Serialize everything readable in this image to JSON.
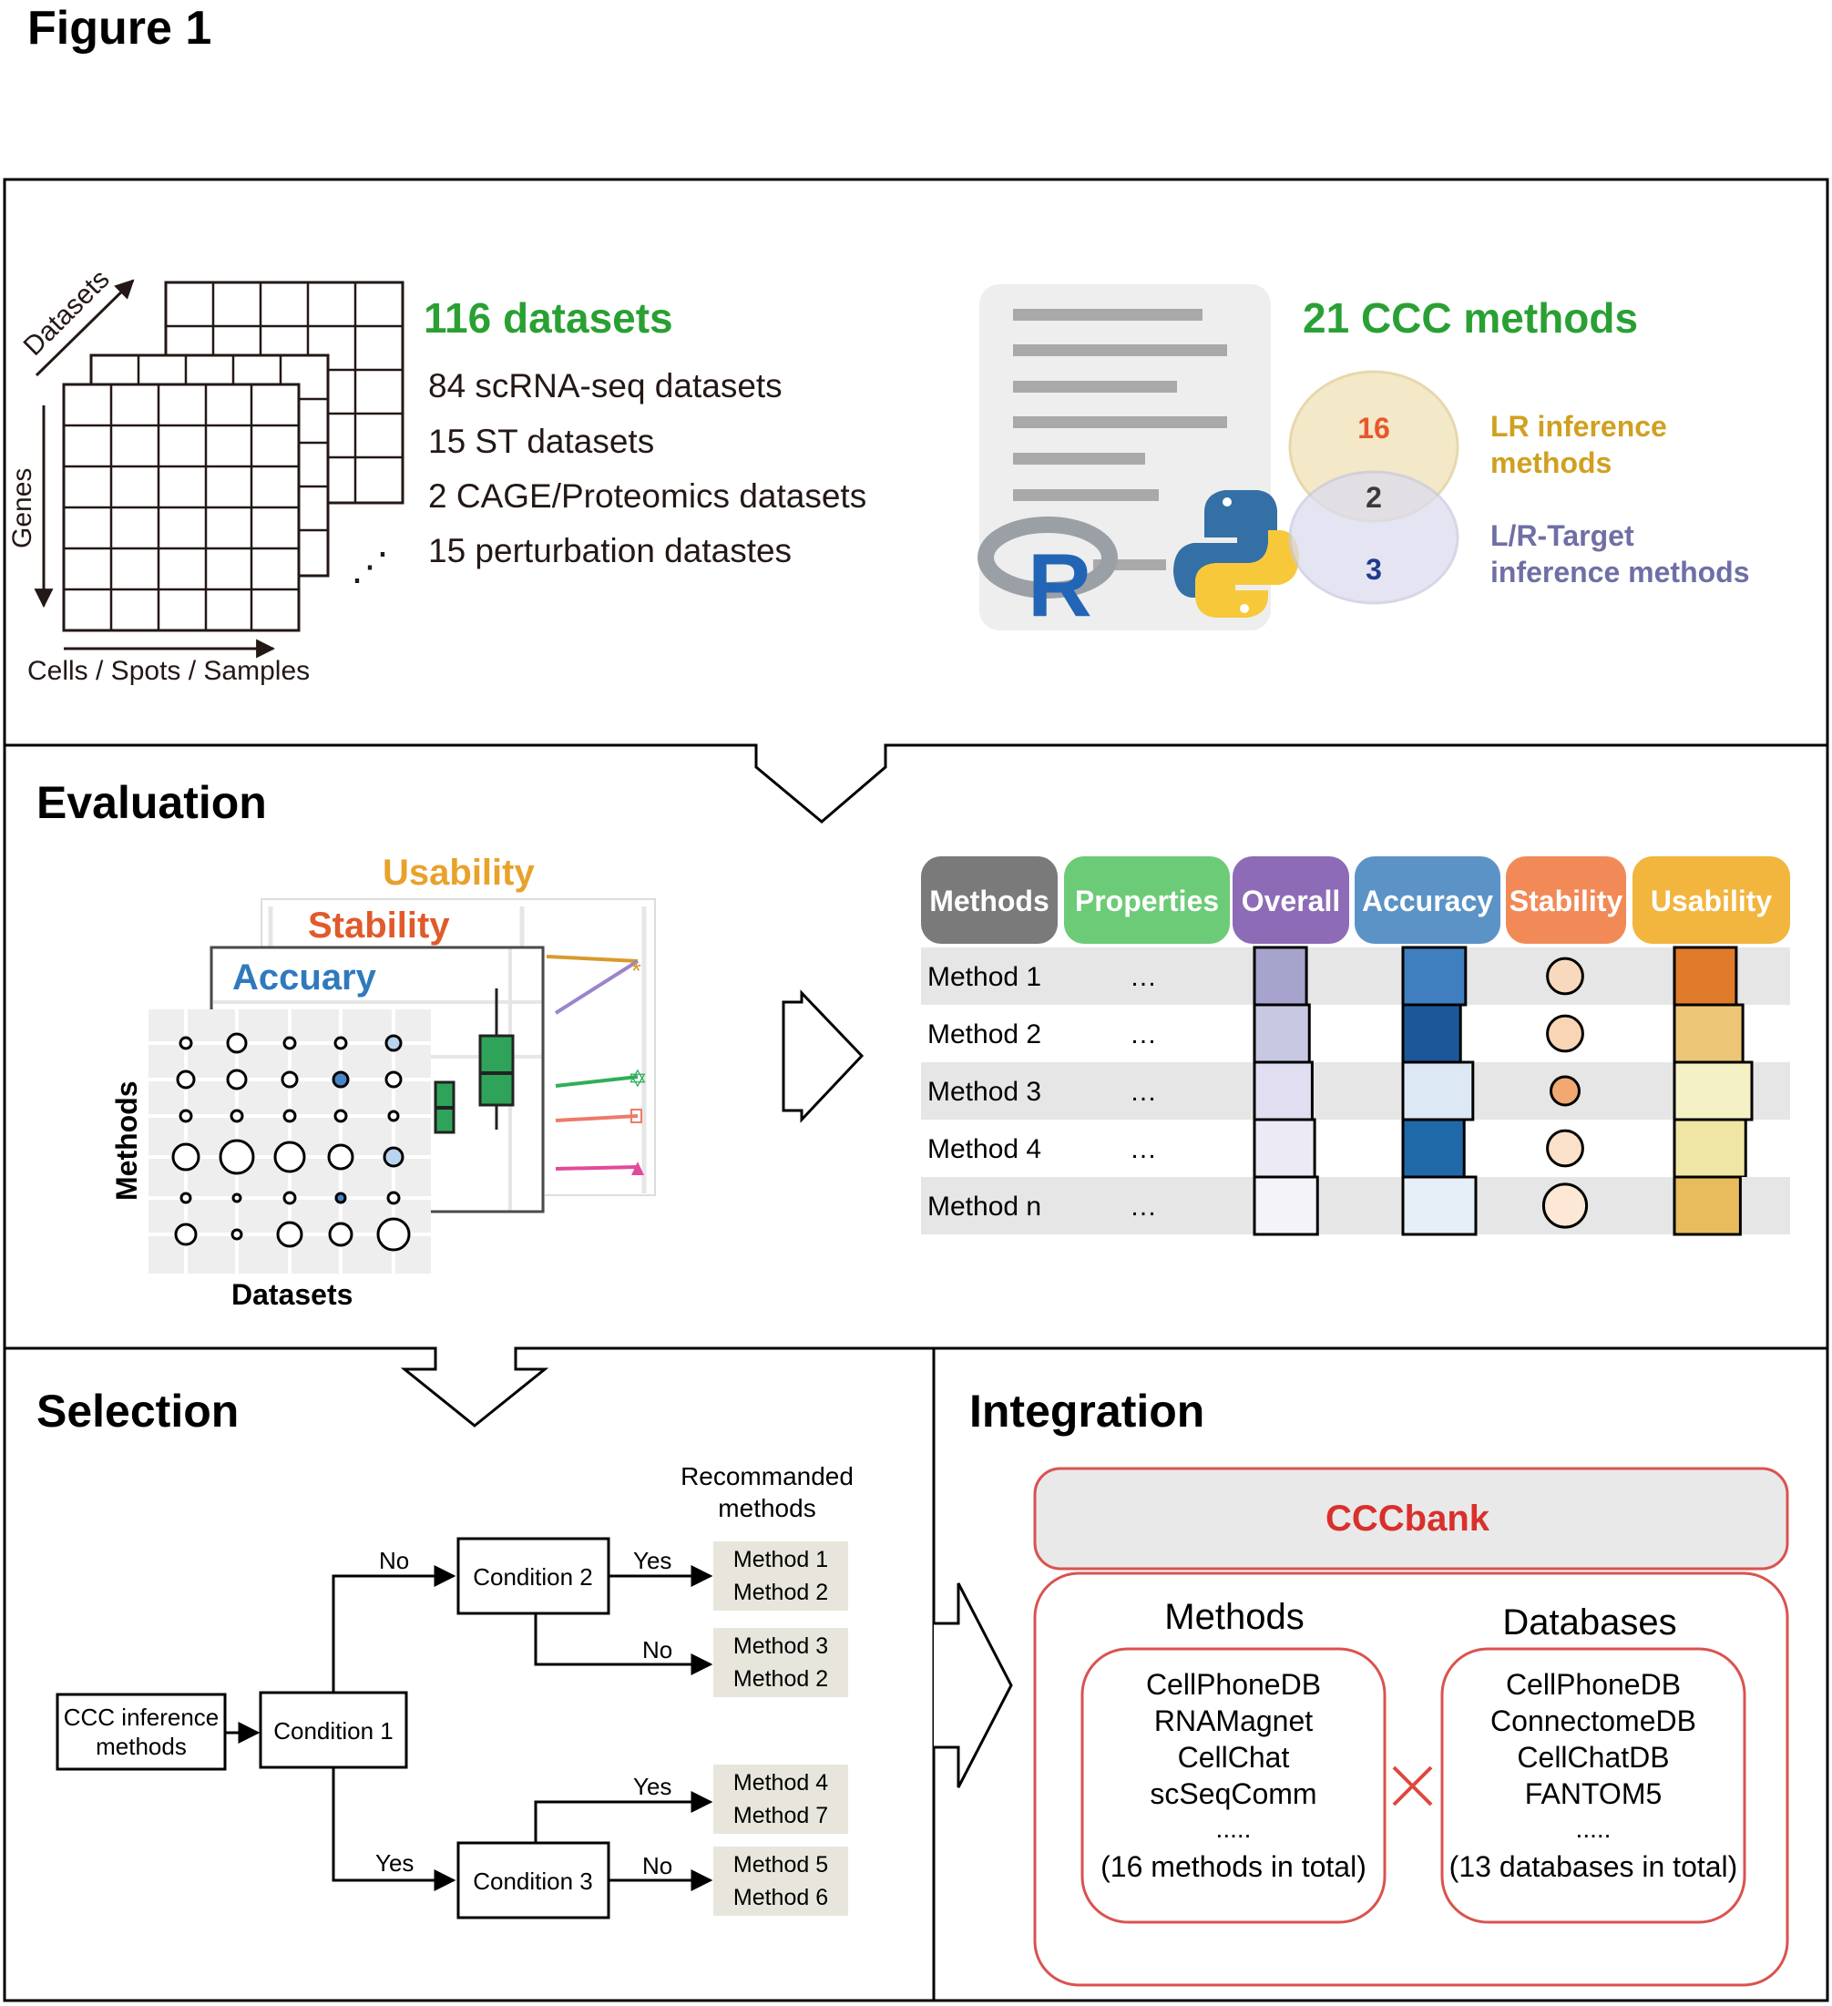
{
  "figure_label": "Figure 1",
  "datasets": {
    "axis_datasets": "Datasets",
    "axis_genes": "Genes",
    "axis_cells": "Cells / Spots / Samples",
    "ellipsis": "⋰",
    "headline": "116 datasets",
    "lines": [
      "84 scRNA-seq datasets",
      "15 ST datasets",
      "2 CAGE/Proteomics datasets",
      "15 perturbation datastes"
    ]
  },
  "methods": {
    "headline": "21 CCC methods",
    "logo_r": "R",
    "venn_left_count": "16",
    "venn_overlap_count": "2",
    "venn_right_count": "3",
    "lr_label": [
      "LR inference",
      "methods"
    ],
    "lrt_label": [
      "L/R-Target",
      "inference methods"
    ]
  },
  "evaluation": {
    "title": "Evaluation",
    "card_usability": "Usability",
    "card_stability": "Stability",
    "card_accuracy": "Accuary",
    "y_label": "Methods",
    "x_label": "Datasets",
    "table_headers": [
      "Methods",
      "Properties",
      "Overall",
      "Accuracy",
      "Stability",
      "Usability"
    ],
    "rows": [
      {
        "name": "Method 1",
        "props": "…",
        "overall": 0.38,
        "accuracy": 0.72,
        "stability": 0.38,
        "usability": 0.62
      },
      {
        "name": "Method 2",
        "props": "…",
        "overall": 0.45,
        "accuracy": 0.58,
        "stability": 0.38,
        "usability": 0.78
      },
      {
        "name": "Method 3",
        "props": "…",
        "overall": 0.52,
        "accuracy": 0.92,
        "stability": 0.25,
        "usability": 1.0
      },
      {
        "name": "Method 4",
        "props": "…",
        "overall": 0.58,
        "accuracy": 0.68,
        "stability": 0.38,
        "usability": 0.85
      },
      {
        "name": "Method n",
        "props": "…",
        "overall": 0.65,
        "accuracy": 1.0,
        "stability": 0.52,
        "usability": 0.72
      }
    ],
    "colors": {
      "header": [
        "#7a7a7a",
        "#6ccb77",
        "#8e6bb6",
        "#5b93c7",
        "#f28a58",
        "#f2b53e"
      ],
      "overall": [
        "#a6a3cc",
        "#c9c8e3",
        "#e0def0",
        "#ebeaf5",
        "#f4f3fa"
      ],
      "accuracy": [
        "#3f7fbf",
        "#1c5799",
        "#dce9f5",
        "#2069a8",
        "#e6eff8"
      ],
      "stability": [
        "#f9d9bd",
        "#f9d5b6",
        "#f2a872",
        "#fbe1c9",
        "#fde8d6"
      ],
      "usability": [
        "#e07b2c",
        "#ecc676",
        "#f5f1c7",
        "#efe6a6",
        "#e8bc5c"
      ]
    }
  },
  "selection": {
    "title": "Selection",
    "recommended_header": [
      "Recommanded",
      "methods"
    ],
    "start": [
      "CCC inference",
      "methods"
    ],
    "condition1": "Condition 1",
    "condition2": "Condition 2",
    "condition3": "Condition 3",
    "yes": "Yes",
    "no": "No",
    "box_a": [
      "Method 1",
      "Method 2"
    ],
    "box_b": [
      "Method 3",
      "Method 2"
    ],
    "box_c": [
      "Method 4",
      "Method 7"
    ],
    "box_d": [
      "Method 5",
      "Method 6"
    ]
  },
  "integration": {
    "title": "Integration",
    "bank": "CCCbank",
    "methods_title": "Methods",
    "databases_title": "Databases",
    "method_list": [
      "CellPhoneDB",
      "RNAMagnet",
      "CellChat",
      "scSeqComm",
      ".....",
      "(16 methods in total)"
    ],
    "database_list": [
      "CellPhoneDB",
      "ConnectomeDB",
      "CellChatDB",
      "FANTOM5",
      ".....",
      "(13 databases in total)"
    ]
  }
}
